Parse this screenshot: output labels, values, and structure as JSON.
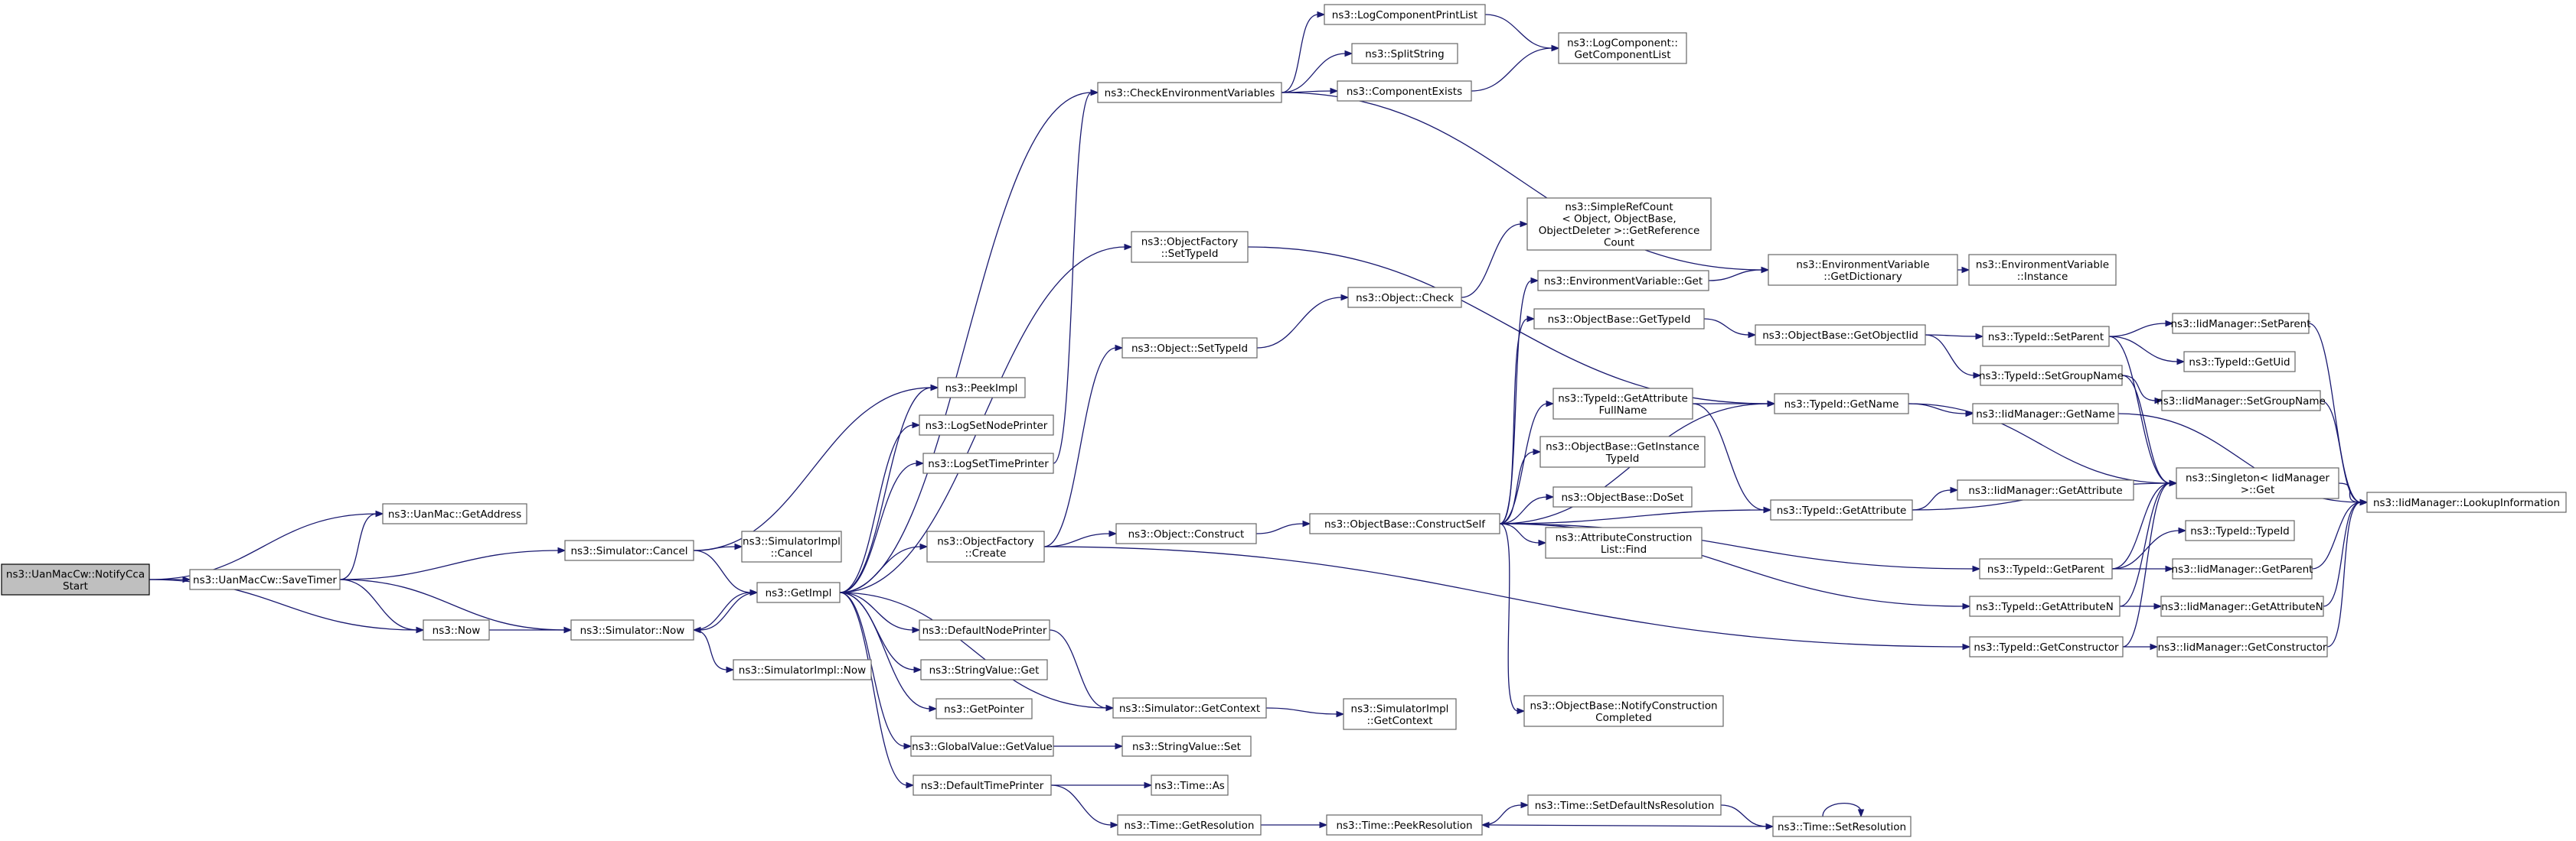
{
  "graph": {
    "colors": {
      "edge": "#191970",
      "node_border": "#666666",
      "root_fill": "#bfbfbf",
      "background": "#ffffff"
    },
    "nodes": [
      {
        "id": "root",
        "lines": [
          "ns3::UanMacCw::NotifyCca",
          "Start"
        ]
      },
      {
        "id": "getaddress",
        "lines": [
          "ns3::UanMac::GetAddress"
        ]
      },
      {
        "id": "savetimer",
        "lines": [
          "ns3::UanMacCw::SaveTimer"
        ]
      },
      {
        "id": "now",
        "lines": [
          "ns3::Now"
        ]
      },
      {
        "id": "simcancel",
        "lines": [
          "ns3::Simulator::Cancel"
        ]
      },
      {
        "id": "simnow",
        "lines": [
          "ns3::Simulator::Now"
        ]
      },
      {
        "id": "simimplcancel",
        "lines": [
          "ns3::SimulatorImpl",
          "::Cancel"
        ]
      },
      {
        "id": "getimpl",
        "lines": [
          "ns3::GetImpl"
        ]
      },
      {
        "id": "simimplnow",
        "lines": [
          "ns3::SimulatorImpl::Now"
        ]
      },
      {
        "id": "peekimpl",
        "lines": [
          "ns3::PeekImpl"
        ]
      },
      {
        "id": "logsetnode",
        "lines": [
          "ns3::LogSetNodePrinter"
        ]
      },
      {
        "id": "logsettime",
        "lines": [
          "ns3::LogSetTimePrinter"
        ]
      },
      {
        "id": "objfactcreate",
        "lines": [
          "ns3::ObjectFactory",
          "::Create"
        ]
      },
      {
        "id": "defnodeprinter",
        "lines": [
          "ns3::DefaultNodePrinter"
        ]
      },
      {
        "id": "strvalget",
        "lines": [
          "ns3::StringValue::Get"
        ]
      },
      {
        "id": "getpointer",
        "lines": [
          "ns3::GetPointer"
        ]
      },
      {
        "id": "globalget",
        "lines": [
          "ns3::GlobalValue::GetValue"
        ]
      },
      {
        "id": "deftimeprinter",
        "lines": [
          "ns3::DefaultTimePrinter"
        ]
      },
      {
        "id": "checkenv",
        "lines": [
          "ns3::CheckEnvironmentVariables"
        ]
      },
      {
        "id": "objfactsettype",
        "lines": [
          "ns3::ObjectFactory",
          "::SetTypeId"
        ]
      },
      {
        "id": "objsettypeid",
        "lines": [
          "ns3::Object::SetTypeId"
        ]
      },
      {
        "id": "objconstruct",
        "lines": [
          "ns3::Object::Construct"
        ]
      },
      {
        "id": "simgetcontext",
        "lines": [
          "ns3::Simulator::GetContext"
        ]
      },
      {
        "id": "strvalset",
        "lines": [
          "ns3::StringValue::Set"
        ]
      },
      {
        "id": "timeas",
        "lines": [
          "ns3::Time::As"
        ]
      },
      {
        "id": "timegetres",
        "lines": [
          "ns3::Time::GetResolution"
        ]
      },
      {
        "id": "logcompprint",
        "lines": [
          "ns3::LogComponentPrintList"
        ]
      },
      {
        "id": "splitstring",
        "lines": [
          "ns3::SplitString"
        ]
      },
      {
        "id": "compexists",
        "lines": [
          "ns3::ComponentExists"
        ]
      },
      {
        "id": "logcompgetlist",
        "lines": [
          "ns3::LogComponent::",
          "GetComponentList"
        ]
      },
      {
        "id": "objcheck",
        "lines": [
          "ns3::Object::Check"
        ]
      },
      {
        "id": "construcself",
        "lines": [
          "ns3::ObjectBase::ConstructSelf"
        ]
      },
      {
        "id": "simimplgetctx",
        "lines": [
          "ns3::SimulatorImpl",
          "::GetContext"
        ]
      },
      {
        "id": "peekres",
        "lines": [
          "ns3::Time::PeekResolution"
        ]
      },
      {
        "id": "simplerefcount",
        "lines": [
          "ns3::SimpleRefCount",
          "< Object, ObjectBase,",
          "ObjectDeleter >::GetReference",
          "Count"
        ]
      },
      {
        "id": "envget",
        "lines": [
          "ns3::EnvironmentVariable::Get"
        ]
      },
      {
        "id": "objbasegettypeid",
        "lines": [
          "ns3::ObjectBase::GetTypeId"
        ]
      },
      {
        "id": "getattrfullname",
        "lines": [
          "ns3::TypeId::GetAttribute",
          "FullName"
        ]
      },
      {
        "id": "getinstancetypeid",
        "lines": [
          "ns3::ObjectBase::GetInstance",
          "TypeId"
        ]
      },
      {
        "id": "doset",
        "lines": [
          "ns3::ObjectBase::DoSet"
        ]
      },
      {
        "id": "attrconstructfind",
        "lines": [
          "ns3::AttributeConstruction",
          "List::Find"
        ]
      },
      {
        "id": "notifyconstruct",
        "lines": [
          "ns3::ObjectBase::NotifyConstruction",
          "Completed"
        ]
      },
      {
        "id": "setdefaultns",
        "lines": [
          "ns3::Time::SetDefaultNsResolution"
        ]
      },
      {
        "id": "envgetdict",
        "lines": [
          "ns3::EnvironmentVariable",
          "::GetDictionary"
        ]
      },
      {
        "id": "getobjectiid",
        "lines": [
          "ns3::ObjectBase::GetObjectIid"
        ]
      },
      {
        "id": "typeidgetname",
        "lines": [
          "ns3::TypeId::GetName"
        ]
      },
      {
        "id": "typeidgetattr",
        "lines": [
          "ns3::TypeId::GetAttribute"
        ]
      },
      {
        "id": "typeidgetparent",
        "lines": [
          "ns3::TypeId::GetParent"
        ]
      },
      {
        "id": "typeidgetattrn",
        "lines": [
          "ns3::TypeId::GetAttributeN"
        ]
      },
      {
        "id": "typeidgetconstructor",
        "lines": [
          "ns3::TypeId::GetConstructor"
        ]
      },
      {
        "id": "setresolution",
        "lines": [
          "ns3::Time::SetResolution"
        ]
      },
      {
        "id": "envinstance",
        "lines": [
          "ns3::EnvironmentVariable",
          "::Instance"
        ]
      },
      {
        "id": "typeidsetparent",
        "lines": [
          "ns3::TypeId::SetParent"
        ]
      },
      {
        "id": "typeidsetgroup",
        "lines": [
          "ns3::TypeId::SetGroupName"
        ]
      },
      {
        "id": "iidgetname",
        "lines": [
          "ns3::IidManager::GetName"
        ]
      },
      {
        "id": "iidgetattr",
        "lines": [
          "ns3::IidManager::GetAttribute"
        ]
      },
      {
        "id": "typeidtypeid",
        "lines": [
          "ns3::TypeId::TypeId"
        ]
      },
      {
        "id": "iidsetparent",
        "lines": [
          "ns3::IidManager::SetParent"
        ]
      },
      {
        "id": "typeidgetuid",
        "lines": [
          "ns3::TypeId::GetUid"
        ]
      },
      {
        "id": "iidsetgroup",
        "lines": [
          "ns3::IidManager::SetGroupName"
        ]
      },
      {
        "id": "singleton",
        "lines": [
          "ns3::Singleton< IidManager",
          " >::Get"
        ]
      },
      {
        "id": "iidgetparent",
        "lines": [
          "ns3::IidManager::GetParent"
        ]
      },
      {
        "id": "iidgetattrn",
        "lines": [
          "ns3::IidManager::GetAttributeN"
        ]
      },
      {
        "id": "iidgetconstructor",
        "lines": [
          "ns3::IidManager::GetConstructor"
        ]
      },
      {
        "id": "lookup",
        "lines": [
          "ns3::IidManager::LookupInformation"
        ]
      }
    ],
    "edges": [
      [
        "root",
        "getaddress"
      ],
      [
        "root",
        "savetimer"
      ],
      [
        "root",
        "now"
      ],
      [
        "savetimer",
        "getaddress"
      ],
      [
        "savetimer",
        "now"
      ],
      [
        "savetimer",
        "simcancel"
      ],
      [
        "savetimer",
        "simnow"
      ],
      [
        "now",
        "simnow"
      ],
      [
        "simcancel",
        "simimplcancel"
      ],
      [
        "simcancel",
        "getimpl"
      ],
      [
        "simcancel",
        "peekimpl"
      ],
      [
        "simnow",
        "getimpl"
      ],
      [
        "simnow",
        "simimplnow"
      ],
      [
        "getimpl",
        "peekimpl"
      ],
      [
        "getimpl",
        "logsetnode"
      ],
      [
        "getimpl",
        "logsettime"
      ],
      [
        "getimpl",
        "objfactcreate"
      ],
      [
        "getimpl",
        "defnodeprinter"
      ],
      [
        "getimpl",
        "strvalget"
      ],
      [
        "getimpl",
        "getpointer"
      ],
      [
        "getimpl",
        "globalget"
      ],
      [
        "getimpl",
        "deftimeprinter"
      ],
      [
        "getimpl",
        "simnow"
      ],
      [
        "getimpl",
        "simgetcontext"
      ],
      [
        "getimpl",
        "objfactsettype"
      ],
      [
        "getimpl",
        "checkenv"
      ],
      [
        "logsettime",
        "checkenv"
      ],
      [
        "objfactcreate",
        "objconstruct"
      ],
      [
        "objfactcreate",
        "objsettypeid"
      ],
      [
        "objfactcreate",
        "typeidgetconstructor"
      ],
      [
        "defnodeprinter",
        "simgetcontext"
      ],
      [
        "globalget",
        "strvalset"
      ],
      [
        "deftimeprinter",
        "timeas"
      ],
      [
        "deftimeprinter",
        "timegetres"
      ],
      [
        "checkenv",
        "logcompprint"
      ],
      [
        "checkenv",
        "splitstring"
      ],
      [
        "checkenv",
        "compexists"
      ],
      [
        "checkenv",
        "envgetdict"
      ],
      [
        "logcompprint",
        "logcompgetlist"
      ],
      [
        "compexists",
        "logcompgetlist"
      ],
      [
        "objfactsettype",
        "typeidgetname"
      ],
      [
        "objsettypeid",
        "objcheck"
      ],
      [
        "objconstruct",
        "construcself"
      ],
      [
        "simgetcontext",
        "simimplgetctx"
      ],
      [
        "timegetres",
        "peekres"
      ],
      [
        "objcheck",
        "simplerefcount"
      ],
      [
        "construcself",
        "envget"
      ],
      [
        "construcself",
        "objbasegettypeid"
      ],
      [
        "construcself",
        "getattrfullname"
      ],
      [
        "construcself",
        "getinstancetypeid"
      ],
      [
        "construcself",
        "doset"
      ],
      [
        "construcself",
        "attrconstructfind"
      ],
      [
        "construcself",
        "notifyconstruct"
      ],
      [
        "construcself",
        "typeidgetname"
      ],
      [
        "construcself",
        "typeidgetattr"
      ],
      [
        "construcself",
        "typeidgetparent"
      ],
      [
        "construcself",
        "typeidgetattrn"
      ],
      [
        "peekres",
        "setdefaultns"
      ],
      [
        "setdefaultns",
        "setresolution"
      ],
      [
        "setresolution",
        "peekres"
      ],
      [
        "setresolution",
        "setresolution"
      ],
      [
        "envget",
        "envgetdict"
      ],
      [
        "envgetdict",
        "envinstance"
      ],
      [
        "objbasegettypeid",
        "getobjectiid"
      ],
      [
        "getobjectiid",
        "typeidsetparent"
      ],
      [
        "getobjectiid",
        "typeidsetgroup"
      ],
      [
        "getattrfullname",
        "typeidgetname"
      ],
      [
        "getattrfullname",
        "typeidgetattr"
      ],
      [
        "typeidgetname",
        "iidgetname"
      ],
      [
        "typeidgetname",
        "singleton"
      ],
      [
        "typeidgetattr",
        "iidgetattr"
      ],
      [
        "typeidgetattr",
        "singleton"
      ],
      [
        "typeidgetparent",
        "typeidtypeid"
      ],
      [
        "typeidgetparent",
        "iidgetparent"
      ],
      [
        "typeidgetparent",
        "singleton"
      ],
      [
        "typeidgetattrn",
        "iidgetattrn"
      ],
      [
        "typeidgetattrn",
        "singleton"
      ],
      [
        "typeidgetconstructor",
        "iidgetconstructor"
      ],
      [
        "typeidgetconstructor",
        "singleton"
      ],
      [
        "typeidsetparent",
        "iidsetparent"
      ],
      [
        "typeidsetparent",
        "typeidgetuid"
      ],
      [
        "typeidsetparent",
        "singleton"
      ],
      [
        "typeidsetgroup",
        "iidsetgroup"
      ],
      [
        "typeidsetgroup",
        "singleton"
      ],
      [
        "iidgetname",
        "lookup"
      ],
      [
        "iidsetparent",
        "lookup"
      ],
      [
        "iidsetgroup",
        "lookup"
      ],
      [
        "singleton",
        "lookup"
      ],
      [
        "iidgetparent",
        "lookup"
      ],
      [
        "iidgetattrn",
        "lookup"
      ],
      [
        "iidgetconstructor",
        "lookup"
      ]
    ]
  }
}
